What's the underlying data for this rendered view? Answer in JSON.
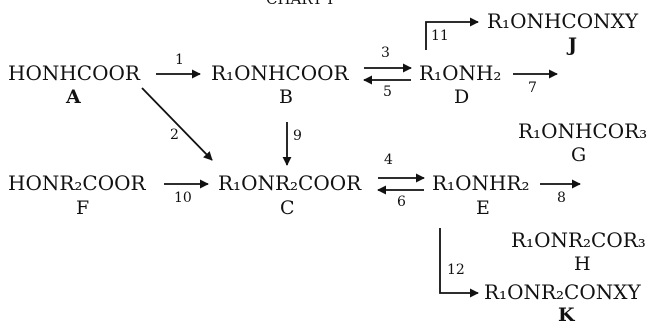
{
  "header": "CHART I",
  "compounds": {
    "A": {
      "formula": "HONHCOOR",
      "label": "A"
    },
    "B": {
      "formula": "R₁ONHCOOR",
      "label": "B"
    },
    "C": {
      "formula": "R₁ONR₂COOR",
      "label": "C"
    },
    "D": {
      "formula": "R₁ONH₂",
      "label": "D"
    },
    "E": {
      "formula": "R₁ONHR₂",
      "label": "E"
    },
    "F": {
      "formula": "HONR₂COOR",
      "label": "F"
    },
    "G": {
      "formula": "R₁ONHCOR₃",
      "label": "G"
    },
    "H": {
      "formula": "R₁ONR₂COR₃",
      "label": "H"
    },
    "J": {
      "formula": "R₁ONHCONXY",
      "label": "J"
    },
    "K": {
      "formula": "R₁ONR₂CONXY",
      "label": "K"
    }
  },
  "steps": [
    "1",
    "2",
    "3",
    "4",
    "5",
    "6",
    "7",
    "8",
    "9",
    "10",
    "11",
    "12"
  ]
}
